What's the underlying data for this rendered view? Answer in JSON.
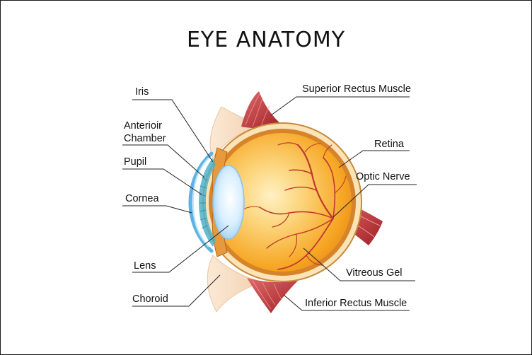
{
  "title": "EYE ANATOMY",
  "labels": {
    "iris": "Iris",
    "anterior_chamber_1": "Anterioir",
    "anterior_chamber_2": "Chamber",
    "pupil": "Pupil",
    "cornea": "Cornea",
    "lens": "Lens",
    "choroid": "Choroid",
    "superior_rectus": "Superior Rectus Muscle",
    "retina": "Retina",
    "optic_nerve": "Optic  Nerve",
    "vitreous_gel": "Vitreous Gel",
    "inferior_rectus": "Inferior Rectus Muscle"
  },
  "colors": {
    "eyeball_fill": "#f9b233",
    "eyeball_highlight": "#fde7a8",
    "sclera_rim": "#c98a3c",
    "muscle": "#b3262c",
    "vessel": "#c0392b",
    "cornea": "#5bb3e6",
    "lens": "#cfeaff",
    "skin": "#f6dcc0"
  }
}
